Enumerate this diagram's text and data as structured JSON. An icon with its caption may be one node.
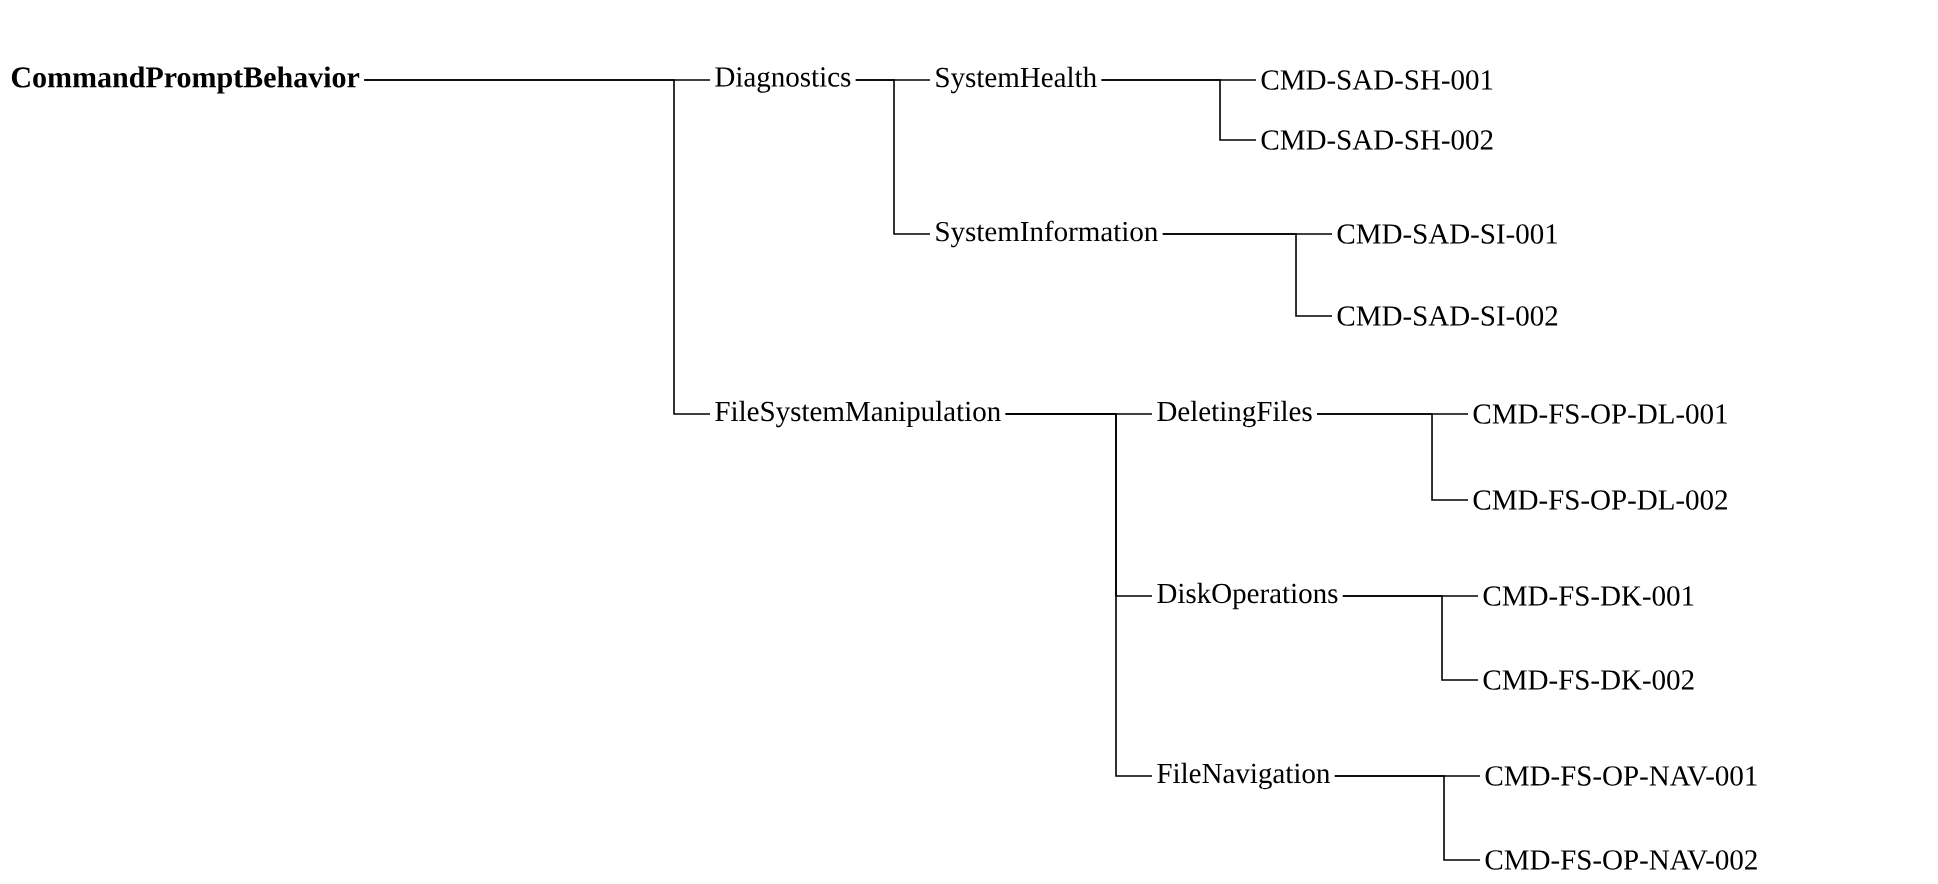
{
  "diagram": {
    "nodes": [
      {
        "text": [
          "CommandPromptBehavior"
        ]
      },
      {
        "text": [
          "Diagnostics"
        ]
      },
      {
        "text": [
          "SystemHealth"
        ]
      },
      {
        "text": [
          "CMD-SAD-SH-001"
        ]
      },
      {
        "text": [
          "CMD-SAD-SH-002"
        ]
      },
      {
        "text": [
          "SystemInformation"
        ]
      },
      {
        "text": [
          "CMD-SAD-SI-001"
        ]
      },
      {
        "text": [
          "CMD-SAD-SI-002"
        ]
      },
      {
        "text": [
          "FileSystemManipulation"
        ]
      },
      {
        "text": [
          "DeletingFiles"
        ]
      },
      {
        "text": [
          "CMD-FS-OP-DL-001"
        ]
      },
      {
        "text": [
          "CMD-FS-OP-DL-002"
        ]
      },
      {
        "text": [
          "DiskOperations"
        ]
      },
      {
        "text": [
          "CMD-FS-DK-001"
        ]
      },
      {
        "text": [
          "CMD-FS-DK-002"
        ]
      },
      {
        "text": [
          "FileNavigation"
        ]
      },
      {
        "text": [
          "CMD-FS-OP-NAV-001"
        ]
      },
      {
        "text": [
          "CMD-FS-OP-NAV-002"
        ]
      }
    ],
    "edges": [
      {
        "from": 0,
        "to": 1,
        "arrow": "none"
      },
      {
        "from": 1,
        "to": 2,
        "arrow": "none"
      },
      {
        "from": 2,
        "to": 3,
        "arrow": "none"
      },
      {
        "from": 2,
        "to": 4,
        "arrow": "none"
      },
      {
        "from": 1,
        "to": 5,
        "arrow": "none"
      },
      {
        "from": 5,
        "to": 6,
        "arrow": "none"
      },
      {
        "from": 5,
        "to": 7,
        "arrow": "none"
      },
      {
        "from": 0,
        "to": 8,
        "arrow": "none"
      },
      {
        "from": 8,
        "to": 9,
        "arrow": "none"
      },
      {
        "from": 9,
        "to": 10,
        "arrow": "none"
      },
      {
        "from": 9,
        "to": 11,
        "arrow": "none"
      },
      {
        "from": 8,
        "to": 12,
        "arrow": "none"
      },
      {
        "from": 12,
        "to": 13,
        "arrow": "none"
      },
      {
        "from": 12,
        "to": 14,
        "arrow": "none"
      },
      {
        "from": 8,
        "to": 15,
        "arrow": "none"
      },
      {
        "from": 15,
        "to": 16,
        "arrow": "none"
      },
      {
        "from": 15,
        "to": 17,
        "arrow": "none"
      }
    ]
  }
}
